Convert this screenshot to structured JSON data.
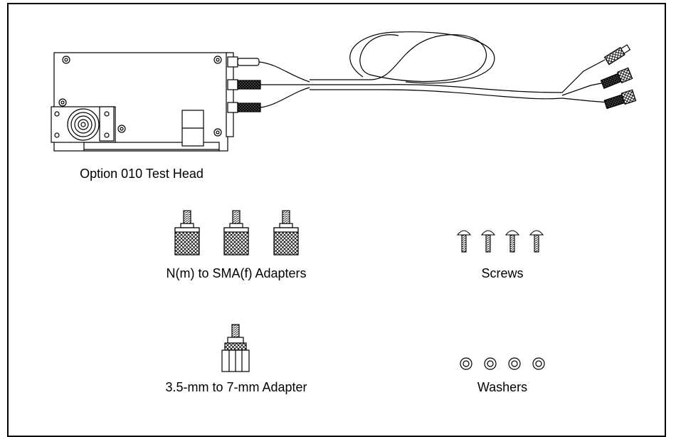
{
  "labels": {
    "test_head": "Option 010 Test Head",
    "n_sma_adapters": "N(m) to SMA(f) Adapters",
    "screws": "Screws",
    "adapter_35_7": "3.5-mm to 7-mm Adapter",
    "washers": "Washers"
  },
  "counts": {
    "n_sma_adapters": 3,
    "screws": 4,
    "washers": 4,
    "cable_connectors": 3
  }
}
